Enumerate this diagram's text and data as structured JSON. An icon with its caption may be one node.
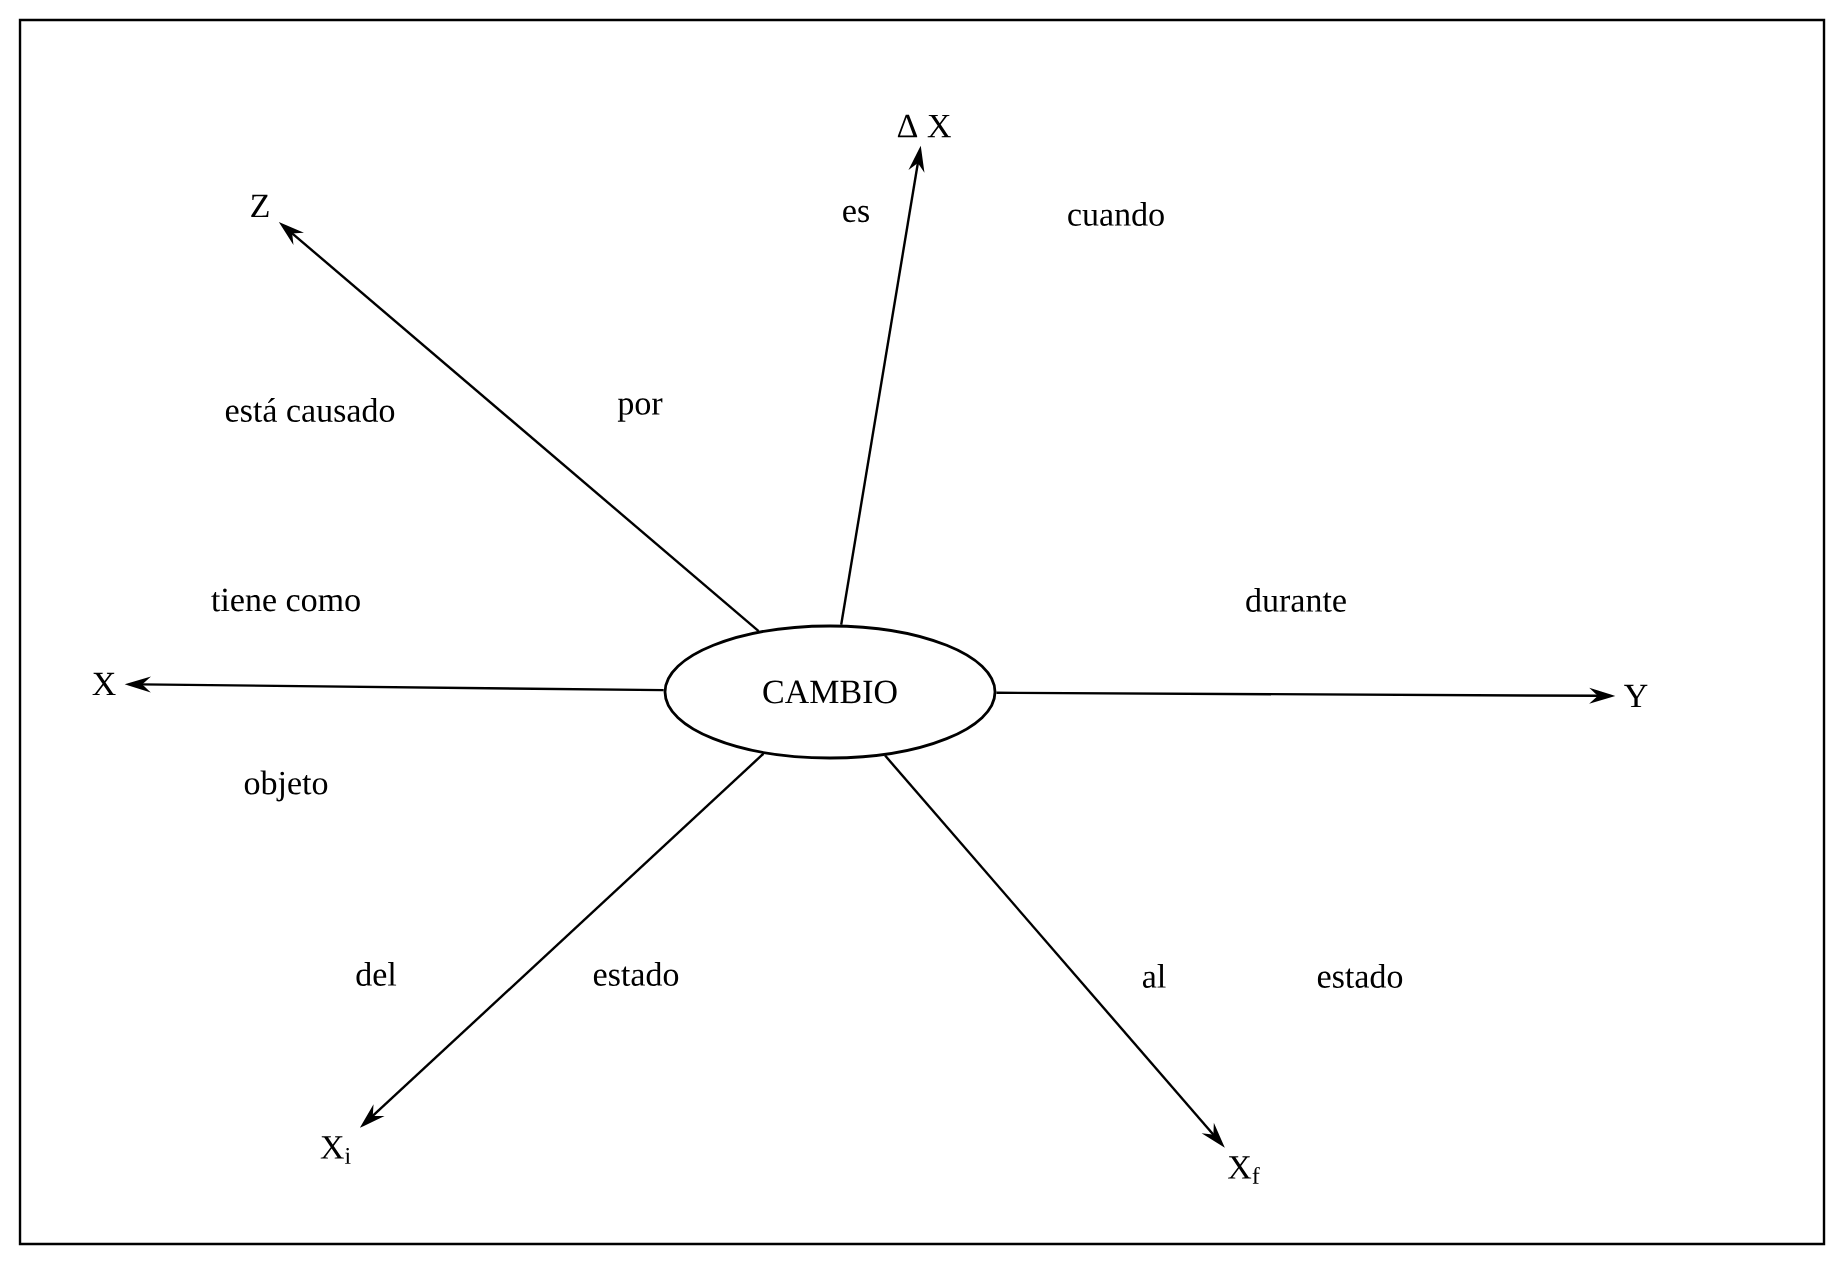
{
  "diagram": {
    "nodes": [
      {
        "text": [
          "Δ X"
        ]
      },
      {
        "text": [
          "Z"
        ]
      },
      {
        "text": [
          "X"
        ]
      },
      {
        "text": [
          "CAMBIO"
        ]
      },
      {
        "text": [
          "Y"
        ]
      },
      {
        "text": [
          "X$_{i}$"
        ]
      },
      {
        "text": [
          "X$_{f}$"
        ]
      }
    ],
    "edges": [
      {
        "from": 3,
        "to": 0,
        "arrow": "to"
      },
      {
        "from": 3,
        "to": 1,
        "arrow": "to"
      },
      {
        "from": 3,
        "to": 2,
        "arrow": "to"
      },
      {
        "from": 3,
        "to": 4,
        "arrow": "to"
      },
      {
        "from": 3,
        "to": 5,
        "arrow": "to"
      },
      {
        "from": 3,
        "to": 6,
        "arrow": "to"
      }
    ],
    "labels": [
      "es",
      "cuando",
      "está causado",
      "por",
      "tiene como",
      "durante",
      "objeto",
      "del",
      "estado",
      "al",
      "estado"
    ]
  }
}
